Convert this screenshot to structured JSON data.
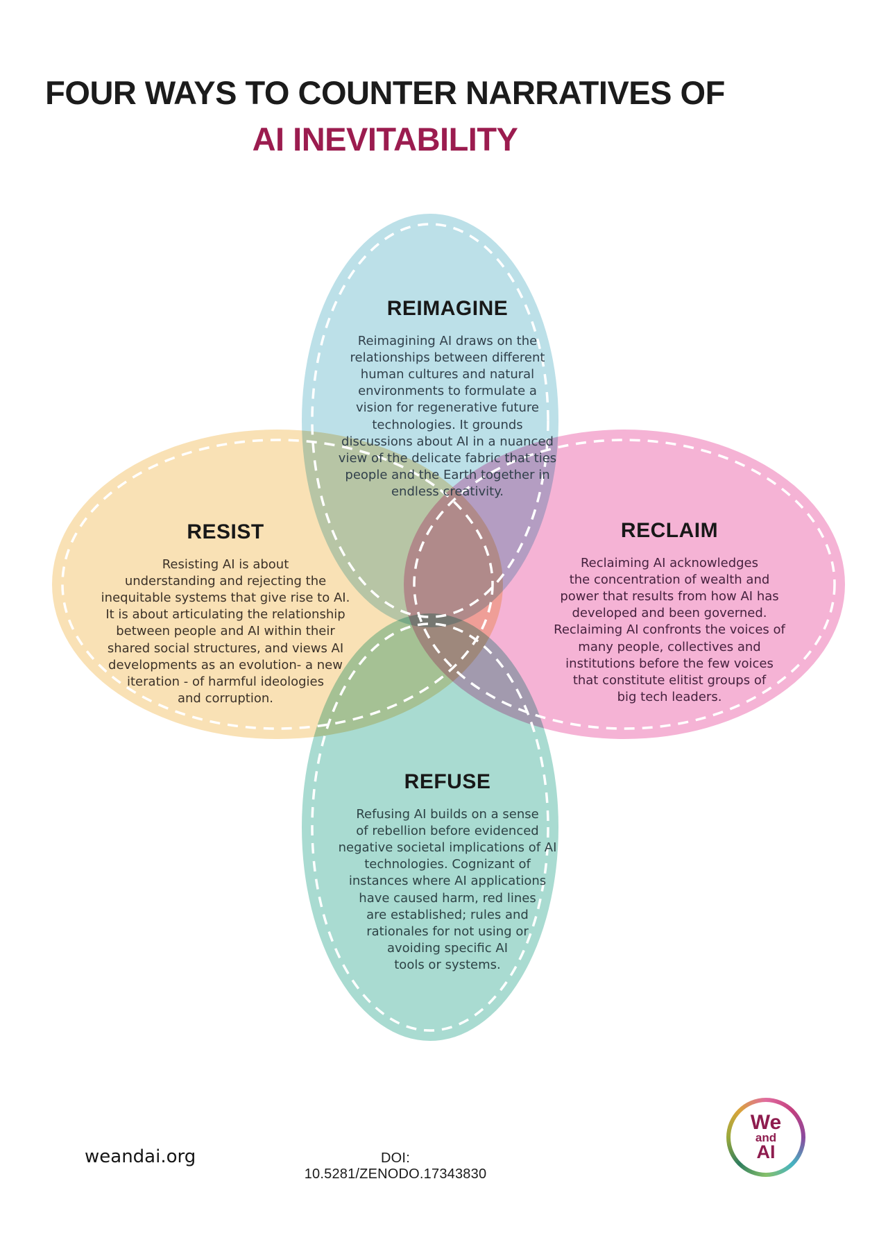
{
  "title": {
    "line1": "FOUR WAYS TO COUNTER NARRATIVES OF",
    "line2": "AI INEVITABILITY",
    "line2_color": "#9B1C4F"
  },
  "petals": {
    "reimagine": {
      "heading": "REIMAGINE",
      "color": "#BCE0E8",
      "text_color": "#31404b",
      "body": "Reimagining AI draws on the\nrelationships between different\nhuman cultures and natural\nenvironments to formulate a\nvision for regenerative future\ntechnologies. It grounds\ndiscussions about AI in a nuanced\nview of the delicate fabric that ties\npeople and the Earth together in\nendless creativity."
    },
    "resist": {
      "heading": "RESIST",
      "color": "#F9E1B5",
      "text_color": "#3b3128",
      "body": "Resisting AI is about\nunderstanding and rejecting the\ninequitable systems that give rise to AI.\nIt is about articulating the relationship\nbetween people and AI within their\nshared social structures, and views AI\ndevelopments as an evolution- a new\niteration - of harmful ideologies\nand corruption."
    },
    "reclaim": {
      "heading": "RECLAIM",
      "color": "#F5B3D5",
      "text_color": "#45213e",
      "body": "Reclaiming AI acknowledges\nthe concentration of wealth and\npower that results from how AI has\ndeveloped and been governed.\nReclaiming AI confronts the voices of\nmany people, collectives and\ninstitutions before the few voices\nthat constitute elitist groups of\nbig tech leaders."
    },
    "refuse": {
      "heading": "REFUSE",
      "color": "#A9DBD1",
      "text_color": "#2d4245",
      "body": "Refusing AI builds on a sense\nof rebellion before evidenced\nnegative societal implications of AI\ntechnologies. Cognizant of\ninstances where AI applications\nhave caused harm, red lines\nare established; rules and\nrationales for not using or\navoiding specific AI\ntools or systems."
    }
  },
  "footer": {
    "website": "weandai.org",
    "doi": "DOI: 10.5281/ZENODO.17343830",
    "logo": {
      "line1": "We",
      "line2": "and",
      "line3": "AI",
      "color": "#8E1C4E"
    }
  }
}
